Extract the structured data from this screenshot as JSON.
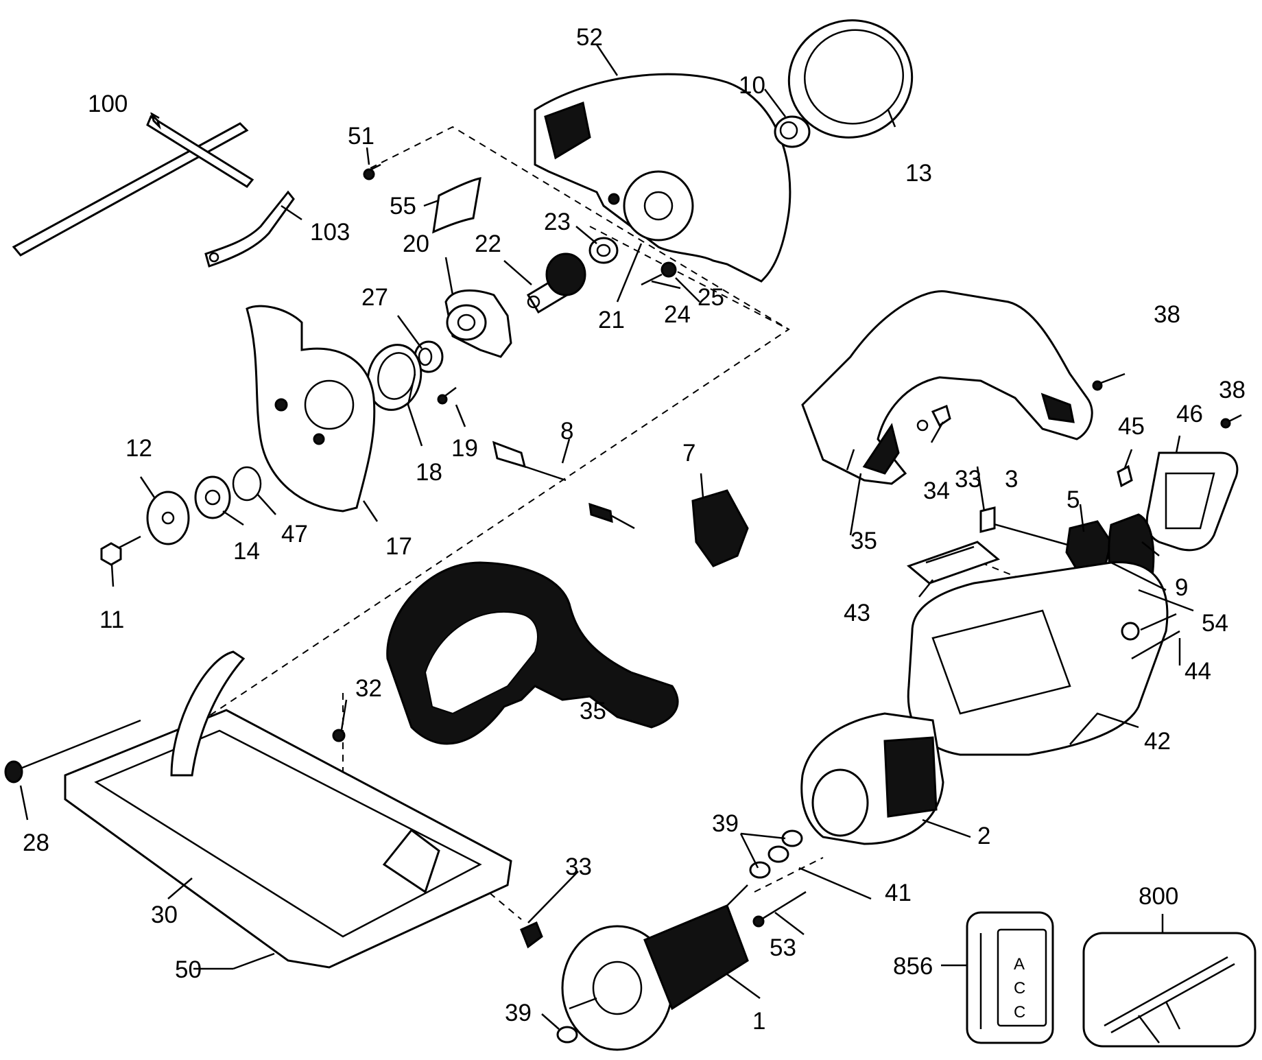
{
  "parts": [
    {
      "id": "callout-1",
      "label": "1"
    },
    {
      "id": "callout-2",
      "label": "2"
    },
    {
      "id": "callout-3",
      "label": "3"
    },
    {
      "id": "callout-5",
      "label": "5"
    },
    {
      "id": "callout-7",
      "label": "7"
    },
    {
      "id": "callout-8",
      "label": "8"
    },
    {
      "id": "callout-9",
      "label": "9"
    },
    {
      "id": "callout-10",
      "label": "10"
    },
    {
      "id": "callout-11",
      "label": "11"
    },
    {
      "id": "callout-12",
      "label": "12"
    },
    {
      "id": "callout-13",
      "label": "13"
    },
    {
      "id": "callout-14",
      "label": "14"
    },
    {
      "id": "callout-17",
      "label": "17"
    },
    {
      "id": "callout-18",
      "label": "18"
    },
    {
      "id": "callout-19",
      "label": "19"
    },
    {
      "id": "callout-20",
      "label": "20"
    },
    {
      "id": "callout-21",
      "label": "21"
    },
    {
      "id": "callout-22",
      "label": "22"
    },
    {
      "id": "callout-23",
      "label": "23"
    },
    {
      "id": "callout-24",
      "label": "24"
    },
    {
      "id": "callout-25",
      "label": "25"
    },
    {
      "id": "callout-27",
      "label": "27"
    },
    {
      "id": "callout-28",
      "label": "28"
    },
    {
      "id": "callout-30",
      "label": "30"
    },
    {
      "id": "callout-32",
      "label": "32"
    },
    {
      "id": "callout-33a",
      "label": "33"
    },
    {
      "id": "callout-33b",
      "label": "33"
    },
    {
      "id": "callout-34",
      "label": "34"
    },
    {
      "id": "callout-35a",
      "label": "35"
    },
    {
      "id": "callout-35b",
      "label": "35"
    },
    {
      "id": "callout-38a",
      "label": "38"
    },
    {
      "id": "callout-38b",
      "label": "38"
    },
    {
      "id": "callout-39a",
      "label": "39"
    },
    {
      "id": "callout-39b",
      "label": "39"
    },
    {
      "id": "callout-41",
      "label": "41"
    },
    {
      "id": "callout-42",
      "label": "42"
    },
    {
      "id": "callout-43",
      "label": "43"
    },
    {
      "id": "callout-44",
      "label": "44"
    },
    {
      "id": "callout-45",
      "label": "45"
    },
    {
      "id": "callout-46",
      "label": "46"
    },
    {
      "id": "callout-47",
      "label": "47"
    },
    {
      "id": "callout-50",
      "label": "50"
    },
    {
      "id": "callout-51",
      "label": "51"
    },
    {
      "id": "callout-52",
      "label": "52"
    },
    {
      "id": "callout-53",
      "label": "53"
    },
    {
      "id": "callout-54",
      "label": "54"
    },
    {
      "id": "callout-55",
      "label": "55"
    },
    {
      "id": "callout-100",
      "label": "100"
    },
    {
      "id": "callout-103",
      "label": "103"
    },
    {
      "id": "callout-800",
      "label": "800"
    },
    {
      "id": "callout-856",
      "label": "856"
    }
  ],
  "accessory_tag": {
    "letters": [
      "A",
      "C",
      "C"
    ]
  }
}
